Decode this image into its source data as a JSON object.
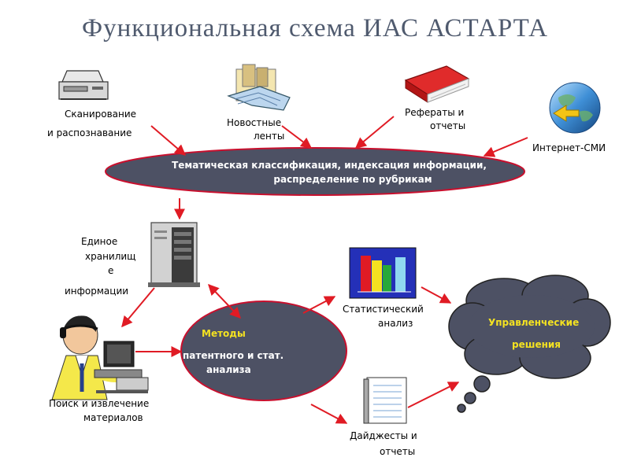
{
  "title": "Функциональная схема ИАС АСТАРТА",
  "labels": {
    "scan_1": "Сканирование",
    "scan_2": "и распознавание",
    "news_1": "Новостные",
    "news_2": "ленты",
    "reports_1": "Рефераты и",
    "reports_2": "отчеты",
    "internet": "Интернет-СМИ",
    "classify_1": "Тематическая классификация, индексация информации,",
    "classify_2": "распределение по рубрикам",
    "storage_1": "Единое",
    "storage_2": "хранилищ",
    "storage_3": "е",
    "storage_4": "информации",
    "methods_1": "Методы",
    "methods_2": "патентного  и стат.",
    "methods_3": "анализа",
    "stat_1": "Статистический",
    "stat_2": "анализ",
    "search_1": "Поиск и извлечение",
    "search_2": "материалов",
    "digest_1": "Дайджесты и",
    "digest_2": "отчеты",
    "decisions_1": "Управленческие",
    "decisions_2": "решения"
  },
  "colors": {
    "title": "#4f5a6e",
    "ellipse_fill": "#4d5164",
    "ellipse_stroke": "#c8102e",
    "arrow": "#e01b24",
    "cloud_fill": "#4d5164"
  },
  "icons": [
    "scanner-icon",
    "news-feed-icon",
    "book-icon",
    "globe-icon",
    "server-icon",
    "bar-chart-icon",
    "person-at-computer-icon",
    "document-icon",
    "thought-cloud-icon"
  ]
}
